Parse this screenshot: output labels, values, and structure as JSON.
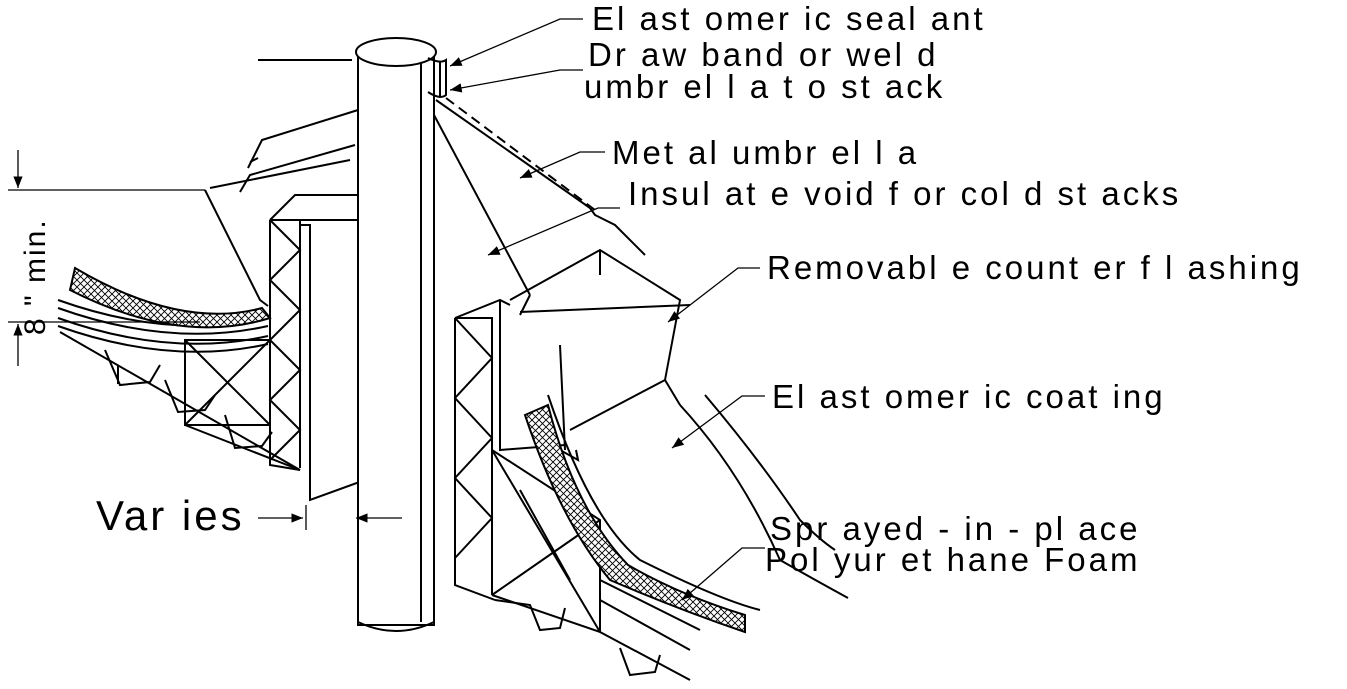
{
  "labels": {
    "sealant": "El ast omer ic seal ant",
    "drawband_1": "Dr aw band or wel d",
    "drawband_2": "umbr el l a t o st ack",
    "umbrella": "Met al umbr el l a",
    "insulate": "Insul at e void f or col d st acks",
    "counterflashing": "Removabl e count er f l ashing",
    "coating": "El ast omer ic coat ing",
    "foam_1": "Spr ayed - in - pl ace",
    "foam_2": "Pol yur et hane Foam",
    "varies": "Var ies",
    "dimension": "8 \" min."
  }
}
